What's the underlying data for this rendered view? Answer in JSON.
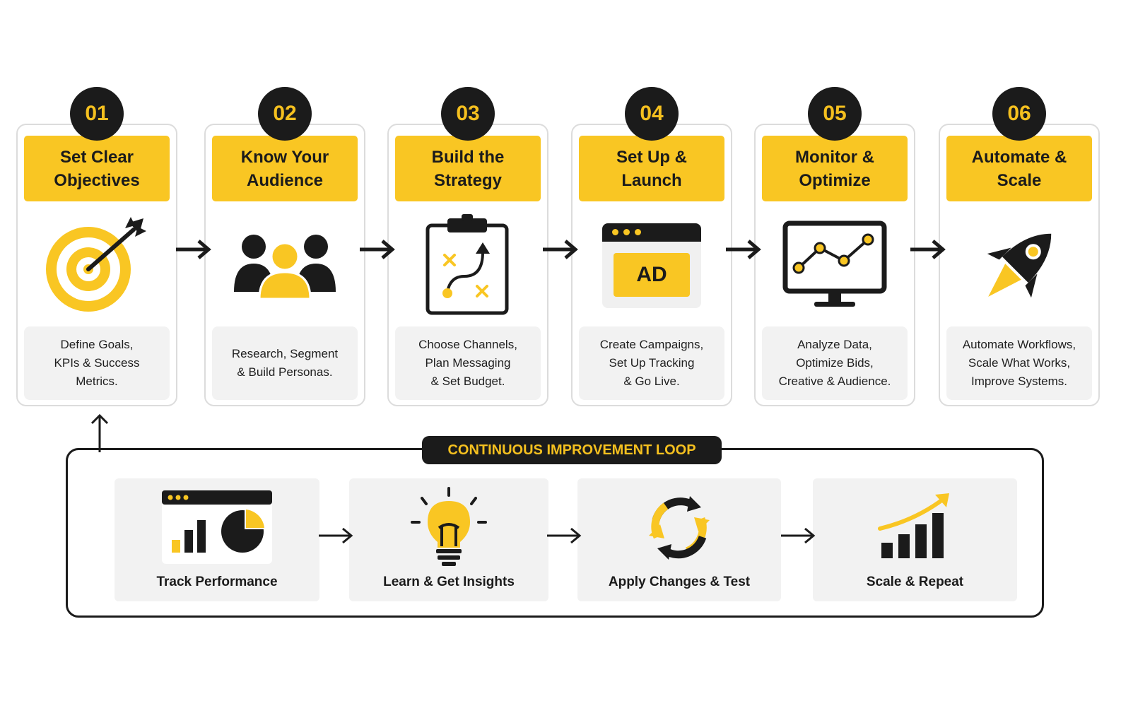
{
  "steps": [
    {
      "number": "01",
      "title": "Set Clear Objectives",
      "description": "Define Goals,\nKPIs & Success\nMetrics.",
      "icon": "target-icon"
    },
    {
      "number": "02",
      "title": "Know Your Audience",
      "description": "Research, Segment\n& Build Personas.",
      "icon": "audience-icon"
    },
    {
      "number": "03",
      "title": "Build the Strategy",
      "description": "Choose Channels,\nPlan Messaging\n& Set Budget.",
      "icon": "clipboard-strategy-icon"
    },
    {
      "number": "04",
      "title": "Set Up & Launch",
      "description": "Create Campaigns,\nSet Up Tracking\n& Go Live.",
      "icon": "ad-window-icon",
      "icon_text": "AD"
    },
    {
      "number": "05",
      "title": "Monitor & Optimize",
      "description": "Analyze Data,\nOptimize Bids,\nCreative & Audience.",
      "icon": "monitor-chart-icon"
    },
    {
      "number": "06",
      "title": "Automate & Scale",
      "description": "Automate Workflows,\nScale What Works,\nImprove Systems.",
      "icon": "rocket-icon"
    }
  ],
  "loop": {
    "title": "CONTINUOUS IMPROVEMENT LOOP",
    "items": [
      {
        "label": "Track Performance",
        "icon": "dashboard-icon"
      },
      {
        "label": "Learn & Get Insights",
        "icon": "lightbulb-icon"
      },
      {
        "label": "Apply Changes & Test",
        "icon": "refresh-cycle-icon"
      },
      {
        "label": "Scale & Repeat",
        "icon": "growth-chart-icon"
      }
    ]
  },
  "colors": {
    "accent": "#f9c623",
    "dark": "#1b1b1b",
    "panel": "#f2f2f2",
    "border": "#dcdcdc"
  }
}
